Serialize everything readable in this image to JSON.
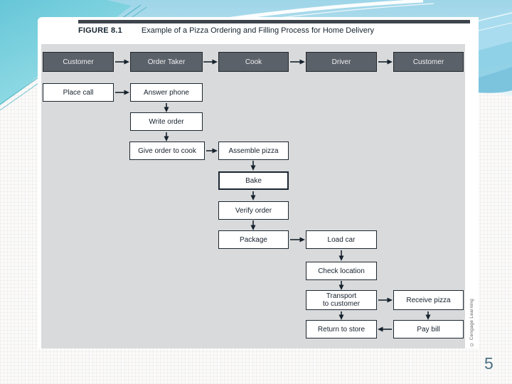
{
  "slide": {
    "page_number": "5"
  },
  "figure": {
    "label": "FIGURE 8.1",
    "title": "Example of a Pizza Ordering and Filling Process for Home Delivery",
    "credit": "© Cengage Learning"
  },
  "flowchart": {
    "lanes": [
      {
        "label": "Customer"
      },
      {
        "label": "Order Taker"
      },
      {
        "label": "Cook"
      },
      {
        "label": "Driver"
      },
      {
        "label": "Customer"
      }
    ],
    "steps": [
      {
        "label": "Place call"
      },
      {
        "label": "Answer phone"
      },
      {
        "label": "Write order"
      },
      {
        "label": "Give order to cook"
      },
      {
        "label": "Assemble pizza"
      },
      {
        "label": "Bake"
      },
      {
        "label": "Verify order"
      },
      {
        "label": "Package"
      },
      {
        "label": "Load car"
      },
      {
        "label": "Check location"
      },
      {
        "label": "Transport\nto customer"
      },
      {
        "label": "Receive pizza"
      },
      {
        "label": "Return to store"
      },
      {
        "label": "Pay bill"
      }
    ],
    "connections": [
      {
        "from": "Customer",
        "to": "Order Taker"
      },
      {
        "from": "Order Taker",
        "to": "Cook"
      },
      {
        "from": "Cook",
        "to": "Driver"
      },
      {
        "from": "Driver",
        "to": "Customer"
      },
      {
        "from": "Place call",
        "to": "Answer phone"
      },
      {
        "from": "Answer phone",
        "to": "Write order"
      },
      {
        "from": "Write order",
        "to": "Give order to cook"
      },
      {
        "from": "Give order to cook",
        "to": "Assemble pizza"
      },
      {
        "from": "Assemble pizza",
        "to": "Bake"
      },
      {
        "from": "Bake",
        "to": "Verify order"
      },
      {
        "from": "Verify order",
        "to": "Package"
      },
      {
        "from": "Package",
        "to": "Load car"
      },
      {
        "from": "Load car",
        "to": "Check location"
      },
      {
        "from": "Check location",
        "to": "Transport to customer"
      },
      {
        "from": "Transport to customer",
        "to": "Receive pizza"
      },
      {
        "from": "Transport to customer",
        "to": "Return to store"
      },
      {
        "from": "Receive pizza",
        "to": "Pay bill"
      },
      {
        "from": "Pay bill",
        "to": "Return to store"
      }
    ],
    "colors": {
      "lane_box_fill": "#5b6169",
      "lane_box_text": "#eff1f2",
      "step_box_fill": "#ffffff",
      "box_border": "#1b2631",
      "diagram_background": "#d9dadb",
      "arrow": "#16222e",
      "title_rule": "#3e444c",
      "page_number": "#4e7080"
    }
  }
}
